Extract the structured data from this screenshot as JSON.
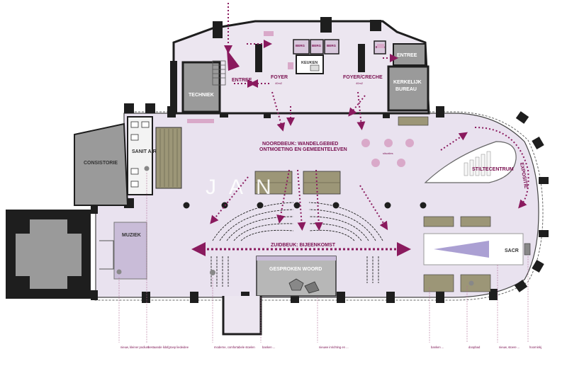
{
  "watermark": "JAN",
  "colors": {
    "wall": "#1e1e1e",
    "floor": "#e9e2ef",
    "accent": "#8a1a5e",
    "room_grey": "#9a9a9a",
    "bench": "#9c9677",
    "lavender": "#c9bcd8"
  },
  "rooms": {
    "entree_top": "ENTREE",
    "foyer": "FOYER",
    "foyer_area": "40m2",
    "keuken": "KEUKEN",
    "berg1": "BERG",
    "berg2": "BERG",
    "berg3": "BERG",
    "berg4": "BERG",
    "foyercreche": "FOYER/CRECHE",
    "foyercreche_area": "40m2",
    "entree_right": "ENTREE",
    "kerkelijk": "KERKELIJK",
    "bureau": "BUREAU",
    "techniek": "TECHNIEK",
    "consistorie": "CONSISTORIE",
    "sanitair": "SANIT AIR",
    "noordbeuk_1": "NOORDBEUK: WANDELGEBIED",
    "noordbeuk_2": "ONTMOETING EN GEMEENTELEVEN",
    "stiltecentrum": "STILTECENTRUM",
    "expositie": "EXPOSITIE",
    "zuidbeuk": "ZUIDBEUK: BIJEENKOMST",
    "gesproken_woord": "GESPROKEN WOORD",
    "muziek": "MUZIEK",
    "sacr": "SACR",
    "small_tag": "situaties"
  },
  "footnotes": [
    "nieuw, kleiner podium",
    "bestaande lidofgroep liedeidee",
    "moderne, comfortabele stoelen",
    "banken ...",
    "nieuwe inrichting en ...",
    "banken ...",
    "doopbad",
    "nieuw, stoere ...",
    "hoorninkj"
  ]
}
